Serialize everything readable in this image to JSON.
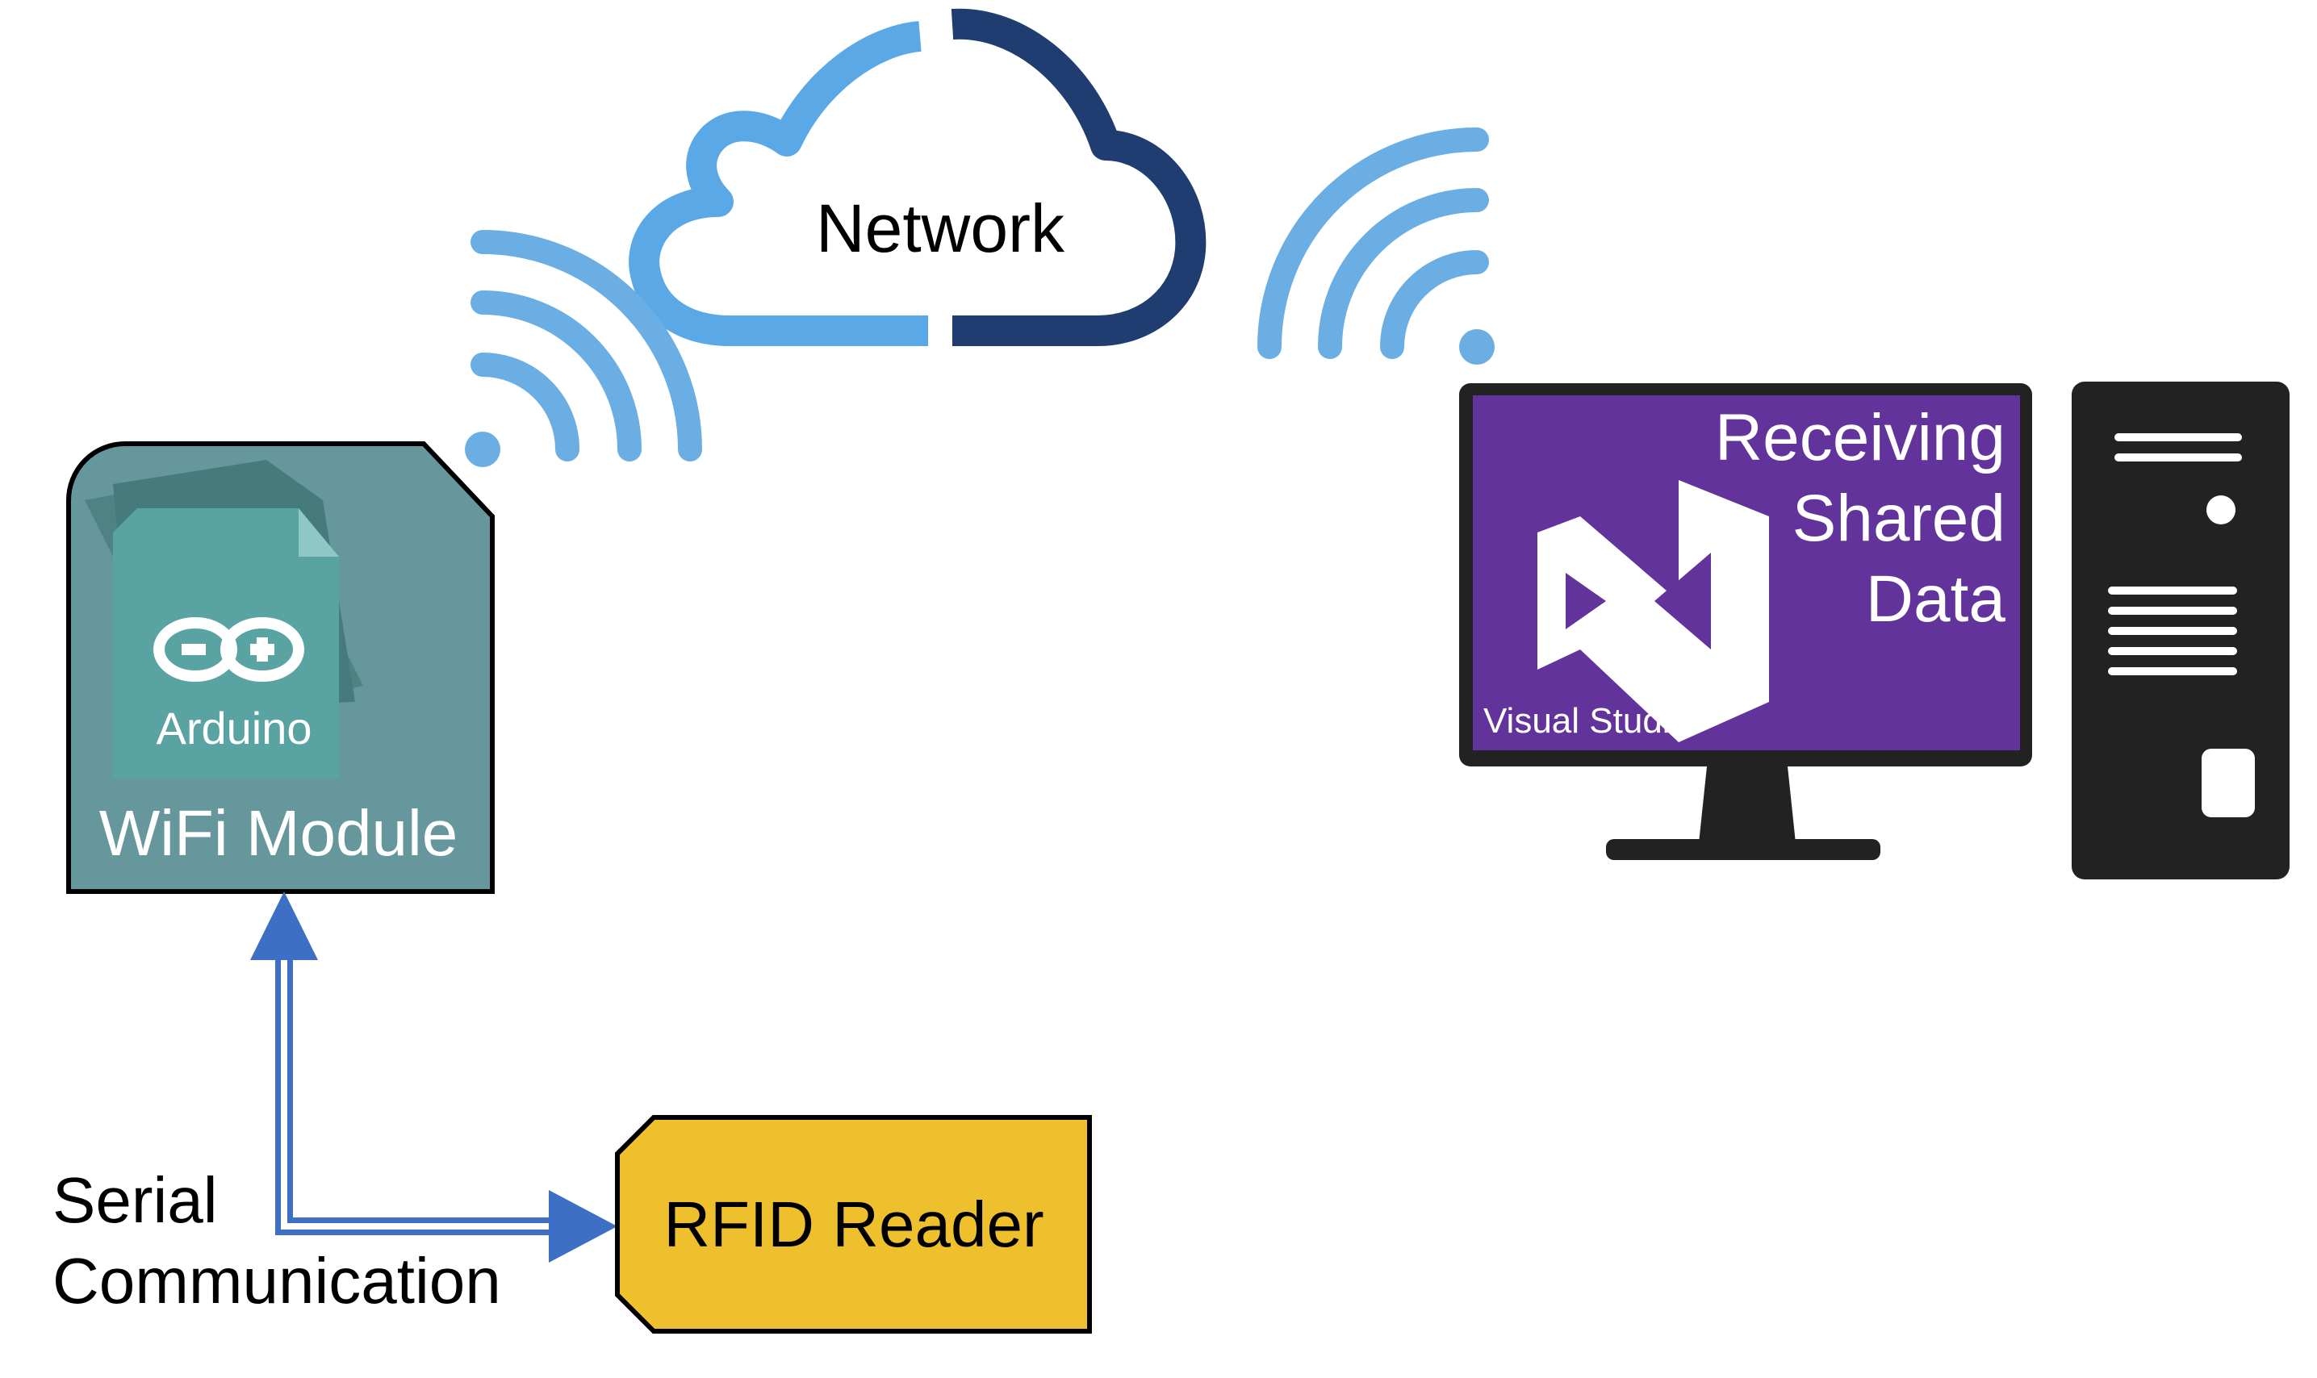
{
  "network": {
    "label": "Network"
  },
  "wifi_module": {
    "brand": "Arduino",
    "label": "WiFi Module"
  },
  "rfid": {
    "label": "RFID Reader"
  },
  "serial": {
    "line1": "Serial",
    "line2": "Communication"
  },
  "computer": {
    "screen_lines": [
      "Receiving",
      "Shared",
      "Data"
    ],
    "app_name": "Visual Studio"
  },
  "colors": {
    "cloud_light": "#5aa8e6",
    "cloud_dark": "#1f3d70",
    "wifi_signal": "#6aaee4",
    "module_body": "#66979d",
    "module_card": "#5aa3a3",
    "rfid_body": "#eec02d",
    "arrow": "#3d6fc4",
    "screen_purple": "#62339a",
    "device_dark": "#222222"
  }
}
